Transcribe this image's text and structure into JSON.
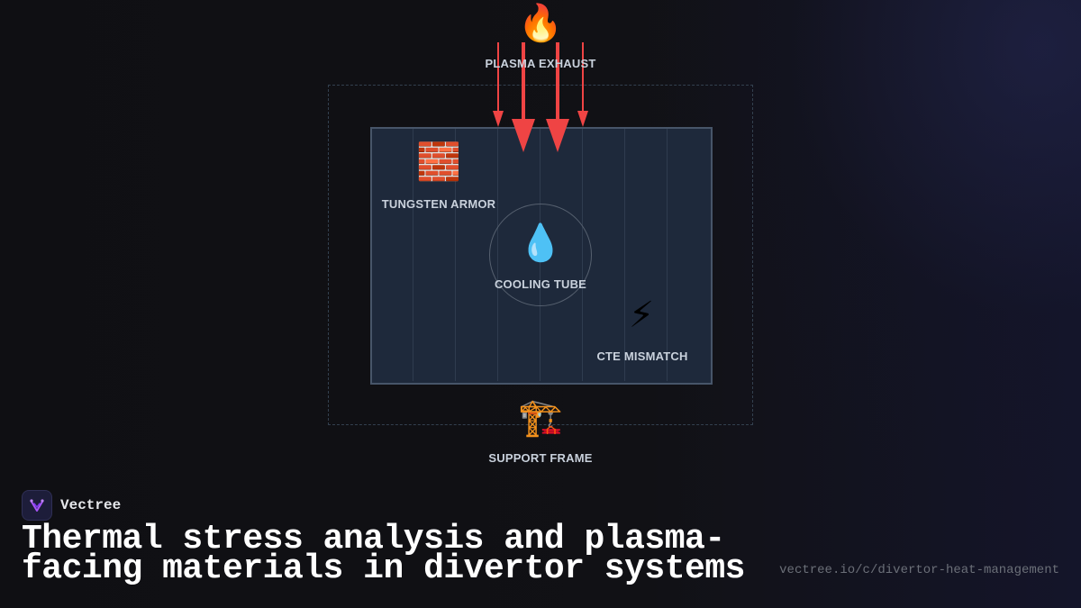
{
  "diagram": {
    "nodes": {
      "plasma_exhaust": {
        "icon": "fire-icon",
        "glyph": "🔥",
        "label": "PLASMA EXHAUST"
      },
      "tungsten_armor": {
        "icon": "brick-icon",
        "glyph": "🧱",
        "label": "TUNGSTEN ARMOR"
      },
      "cooling_tube": {
        "icon": "droplet-icon",
        "glyph": "💧",
        "label": "COOLING TUBE"
      },
      "cte_mismatch": {
        "icon": "lightning-icon",
        "glyph": "⚡",
        "label": "CTE MISMATCH"
      },
      "support_frame": {
        "icon": "crane-icon",
        "glyph": "🏗️",
        "label": "SUPPORT FRAME"
      }
    },
    "colors": {
      "heat_arrow": "#ef4444",
      "block_fill": "#1e293b",
      "block_border": "#475569",
      "label": "#c9d1dc"
    }
  },
  "footer": {
    "brand_name": "Vectree",
    "brand_icon": "vectree-logo-icon",
    "title": "Thermal stress analysis and plasma-facing materials in divertor systems",
    "url": "vectree.io/c/divertor-heat-management"
  }
}
